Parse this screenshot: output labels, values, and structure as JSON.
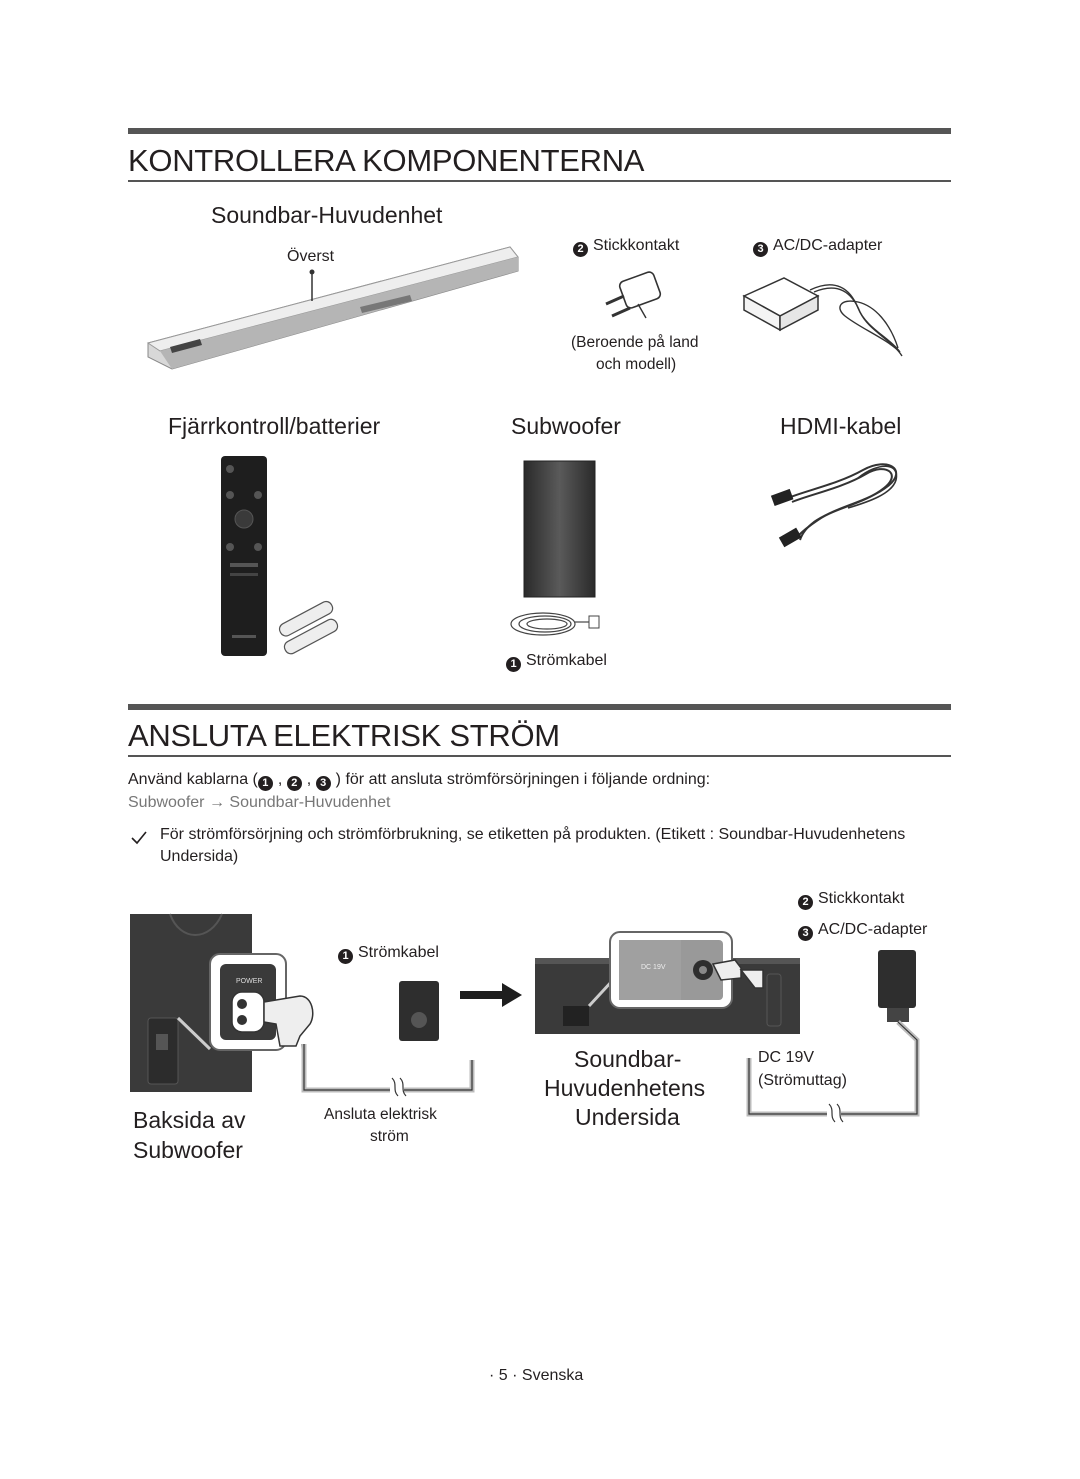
{
  "section1": {
    "title": "KONTROLLERA KOMPONENTERNA",
    "soundbar_heading": "Soundbar-Huvudenhet",
    "top_label": "Överst",
    "plug": {
      "num": "2",
      "label": "Stickkontakt",
      "note_line1": "(Beroende på land",
      "note_line2": "och modell)"
    },
    "adapter": {
      "num": "3",
      "label": "AC/DC-adapter"
    },
    "remote_heading": "Fjärrkontroll/batterier",
    "subwoofer_heading": "Subwoofer",
    "hdmi_heading": "HDMI-kabel",
    "power_cable": {
      "num": "1",
      "label": "Strömkabel"
    }
  },
  "section2": {
    "title": "ANSLUTA ELEKTRISK STRÖM",
    "intro_pre": "Använd kablarna (",
    "intro_n1": "1",
    "intro_sep1": ",",
    "intro_n2": "2",
    "intro_sep2": ",",
    "intro_n3": "3",
    "intro_post": ") för att ansluta strömförsörjningen i följande ordning:",
    "order_from": "Subwoofer",
    "order_arrow": "→",
    "order_to": "Soundbar-Huvudenhet",
    "note_line1": "För strömförsörjning och strömförbrukning, se etiketten på produkten. (Etikett : Soundbar-Huvudenhetens",
    "note_line2": "Undersida)",
    "diagram": {
      "plug": {
        "num": "2",
        "label": "Stickkontakt"
      },
      "adapter": {
        "num": "3",
        "label": "AC/DC-adapter"
      },
      "cable": {
        "num": "1",
        "label": "Strömkabel"
      },
      "power_button_label": "POWER",
      "dc_small": "DC 19V",
      "dc_label": "DC 19V",
      "dc_sub": "(Strömuttag)",
      "connect_line1": "Ansluta elektrisk",
      "connect_line2": "ström",
      "soundbar_line1": "Soundbar-",
      "soundbar_line2": "Huvudenhetens",
      "soundbar_line3": "Undersida",
      "sub_line1": "Baksida av",
      "sub_line2": "Subwoofer"
    }
  },
  "footer": {
    "page": "· 5 · Svenska"
  },
  "colors": {
    "rule": "#555555",
    "text": "#231f20",
    "accent_gray": "#777777"
  }
}
